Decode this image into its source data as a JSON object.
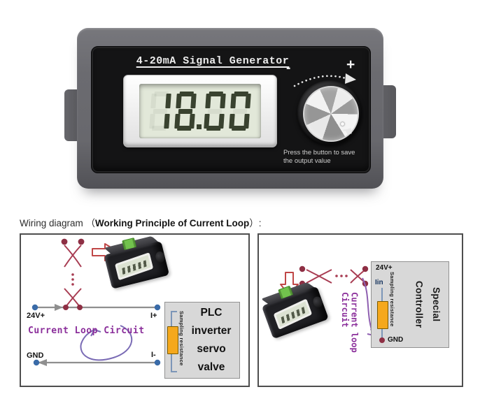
{
  "device": {
    "title": "4-20mA Signal Generator",
    "lcd_value": "18.00",
    "minus_label": "-",
    "plus_label": "+",
    "note_line1": "Press the button to save",
    "note_line2": "the output value"
  },
  "heading": {
    "prefix": "Wiring diagram ",
    "open_paren": "（",
    "bold_text": "Working Principle of Current Loop",
    "suffix": "）:"
  },
  "left_panel": {
    "label_24v": "24V+",
    "label_i_plus": "I+",
    "label_gnd": "GND",
    "label_i_minus": "I-",
    "loop_text": "Current Loop Circuit",
    "resistor_label": "Sampling resistance",
    "box_lines": [
      "PLC",
      "inverter",
      "servo",
      "valve"
    ]
  },
  "right_panel": {
    "label_24v": "24V+",
    "label_iin": "Iin",
    "label_gnd": "GND",
    "loop_line1": "Current loop",
    "loop_line2": "Circuit",
    "resistor_label": "Sampling resistance",
    "box_line1": "Special",
    "box_line2": "Controller"
  },
  "colors": {
    "wire_red": "#a83c52",
    "dot_maroon": "#8e2f44",
    "dot_blue": "#3a6ba8",
    "wire_gray": "#8f8f8f",
    "loop_purple": "#8b2f9b",
    "swirl_purple": "#7a6bb5",
    "arrow_red": "#c04747",
    "resistor_orange": "#f5a81c",
    "lcd_digit": "#39422f"
  }
}
